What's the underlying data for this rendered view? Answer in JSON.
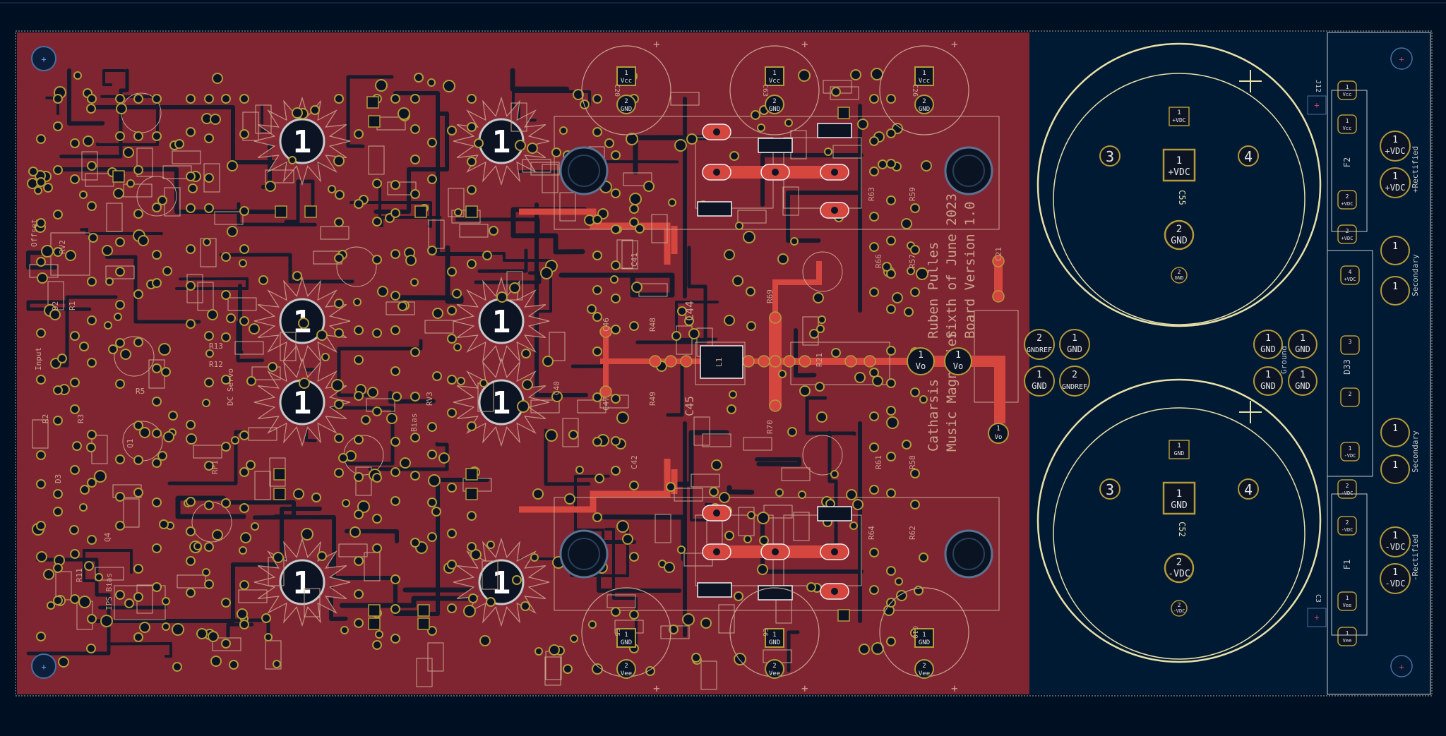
{
  "colors": {
    "background": "#001023",
    "board_copper": "#7f2532",
    "copper_pour": "#8a2a36",
    "trace": "#161a2a",
    "trace_highlight": "#d5463f",
    "silkscreen": "#c9a28a",
    "courtyard": "#e8e0a8",
    "pad": "#b39a3a",
    "pad_hole": "#0c1424",
    "outline": "#c8c8c8"
  },
  "board": {
    "credits": [
      "Ruben Pulles",
      "Sixth of June 2023",
      "Board Version 1.0"
    ],
    "title": [
      "Catharsis",
      "Music Magnifier"
    ]
  },
  "heatsink_pad_label": "1",
  "capacitors": {
    "upper": {
      "ref": "C55",
      "pad_plus": {
        "num": "1",
        "net": "+VDC"
      },
      "pad_gnd": {
        "num": "2",
        "net": "GND"
      },
      "side_pads": [
        "3",
        "4"
      ],
      "small_pad": {
        "num": "1",
        "net": "+VDC"
      },
      "small_pad2": {
        "num": "2",
        "net": "GND"
      }
    },
    "lower": {
      "ref": "C52",
      "pad_gnd": {
        "num": "1",
        "net": "GND"
      },
      "pad_minus": {
        "num": "2",
        "net": "-VDC"
      },
      "side_pads": [
        "3",
        "4"
      ],
      "small_pad": {
        "num": "1",
        "net": "GND"
      },
      "small_pad2": {
        "num": "2",
        "net": "-VDC"
      }
    }
  },
  "connectors": {
    "ground_label": "Ground",
    "ground_pads": [
      {
        "num": "1",
        "net": "GND"
      },
      {
        "num": "1",
        "net": "GND"
      },
      {
        "num": "1",
        "net": "GND"
      },
      {
        "num": "1",
        "net": "GND"
      }
    ],
    "gndref_pads": [
      {
        "num": "2",
        "net": "GNDREF"
      },
      {
        "num": "1",
        "net": "GND"
      },
      {
        "num": "1",
        "net": "GND"
      },
      {
        "num": "2",
        "net": "GNDREF"
      }
    ],
    "output_pads": [
      {
        "num": "1",
        "net": "Vo"
      },
      {
        "num": "1",
        "net": "Vo"
      },
      {
        "num": "1",
        "net": "Vo"
      }
    ],
    "secondary_label": "Secondary",
    "rectified_plus_label": "+Rectified",
    "rectified_minus_label": "-Rectified",
    "pos_vdc": [
      {
        "num": "1",
        "net": "+VDC"
      },
      {
        "num": "1",
        "net": "+VDC"
      }
    ],
    "neg_vdc": [
      {
        "num": "1",
        "net": "-VDC"
      },
      {
        "num": "1",
        "net": "-VDC"
      }
    ],
    "fuse_top": "F2",
    "fuse_bottom": "F1",
    "bridge": "D33",
    "j12": "J12",
    "c3": "C3"
  },
  "rail_caps": {
    "top": [
      {
        "ref": "C20",
        "p1": "Vcc",
        "p2": "GND",
        "n1": "1",
        "n2": "2"
      },
      {
        "ref": "C63",
        "p1": "Vcc",
        "p2": "GND",
        "n1": "1",
        "n2": "2"
      },
      {
        "ref": "C26",
        "p1": "Vcc",
        "p2": "GND",
        "n1": "1",
        "n2": "2"
      }
    ],
    "bottom": [
      {
        "ref": "C5",
        "p1": "GND",
        "p2": "Vee",
        "n1": "1",
        "n2": "2"
      },
      {
        "ref": "C6",
        "p1": "GND",
        "p2": "Vee",
        "n1": "1",
        "n2": "2"
      },
      {
        "ref": "C10",
        "p1": "GND",
        "p2": "Vee",
        "n1": "1",
        "n2": "2"
      }
    ]
  },
  "silk_labels": {
    "offset": "Offset",
    "rv2": "RV2",
    "input": "Input",
    "dc_servo": "DC Servo",
    "ips_bias": "IPS Bias",
    "bias": "Bias",
    "rv3": "RV3",
    "c44": "C44",
    "c45": "C45",
    "l1": "L1",
    "r21": "R21",
    "r69": "R69",
    "r70": "R70",
    "r63": "R63",
    "r59": "R59",
    "r64": "R64",
    "r62": "R62",
    "r66": "R66",
    "r57": "R57",
    "r61": "R61",
    "r58": "R58",
    "r48": "R48",
    "r49": "R49",
    "r13": "R13",
    "r12": "R12",
    "r5": "R5",
    "r3": "R3",
    "r2": "R2",
    "r11": "R11",
    "rf1": "RF1",
    "q1": "Q1",
    "q4": "Q4",
    "r1": "R1",
    "d2": "D2",
    "d3": "D3",
    "c21": "C21",
    "c46": "C46",
    "c47": "C47",
    "c40": "C40",
    "c41": "C41",
    "c42": "C42"
  },
  "generic_pad_label": "1"
}
